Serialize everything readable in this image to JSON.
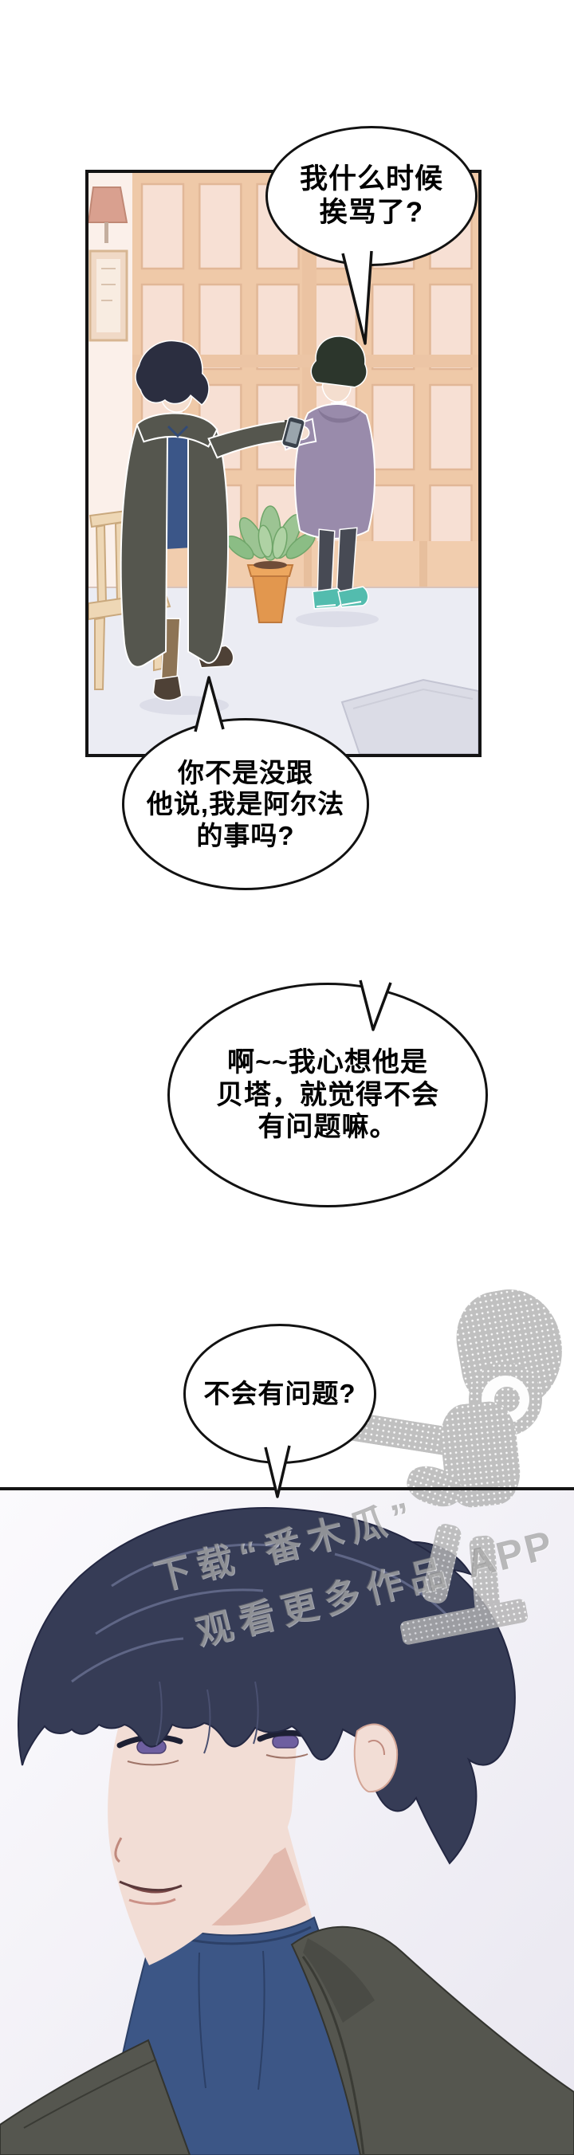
{
  "bubbles": {
    "b1": {
      "lines": [
        "我什么时候",
        "挨骂了?"
      ]
    },
    "b2": {
      "lines": [
        "你不是没跟",
        "他说,我是阿尔法",
        "的事吗?"
      ]
    },
    "b3": {
      "lines": [
        "啊~~我心想他是",
        "贝塔，就觉得不会",
        "有问题嘛。"
      ]
    },
    "b4": {
      "lines": [
        "不会有问题?"
      ]
    }
  },
  "watermark": {
    "download": "下载“番木瓜”",
    "watch": "观看更多作品",
    "app": "APP",
    "color": "#7d7d7d"
  },
  "colors": {
    "panel_border": "#141414",
    "wall_pink": "#f9ece7",
    "door_wood": "#eec49e",
    "door_pane": "#f8e2d6",
    "floor_gray": "#ebecf3",
    "coat_olive": "#55564e",
    "sweater_blue": "#3b5688",
    "pants_khaki": "#8d7455",
    "hoodie_purple": "#998bab",
    "pants_dark": "#474a54",
    "shoes_teal": "#53bcae",
    "plant_pot_orange": "#e2974e",
    "leaf_green": "#9cc493",
    "bench_wood": "#eed7b5",
    "hair_navy": "#363c56",
    "skin": "#f2ddd5",
    "eye_purple": "#6e5fa0",
    "halftone_gray": "#b3b3b3"
  }
}
